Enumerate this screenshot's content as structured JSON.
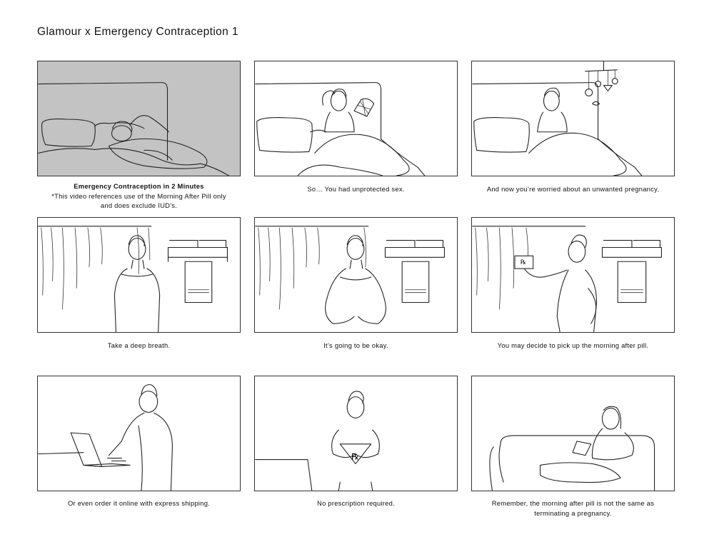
{
  "document_title": "Glamour x Emergency Contraception 1",
  "panels": [
    {
      "caption_title": "Emergency Contraception in 2 Minutes",
      "caption_lines": [
        "*This video references use of the Morning After Pill only",
        "and does exclude IUD’s."
      ]
    },
    {
      "caption_lines": [
        "So… You had unprotected sex."
      ]
    },
    {
      "caption_lines": [
        "And now you’re worried about an unwanted pregnancy."
      ]
    },
    {
      "caption_lines": [
        "Take a deep breath."
      ]
    },
    {
      "caption_lines": [
        "It’s going to be okay."
      ]
    },
    {
      "caption_lines": [
        "You may decide to pick up the morning after pill."
      ]
    },
    {
      "caption_lines": [
        "Or even order it online with express shipping."
      ]
    },
    {
      "caption_lines": [
        "No prescription required."
      ]
    },
    {
      "caption_lines": [
        "Remember, the morning after pill is not the same as",
        "terminating a pregnancy."
      ]
    }
  ],
  "illustration_text": {
    "pill_box_mark": "℞"
  },
  "colors": {
    "first_panel_background": "#c3c3c3",
    "line": "#222222"
  }
}
